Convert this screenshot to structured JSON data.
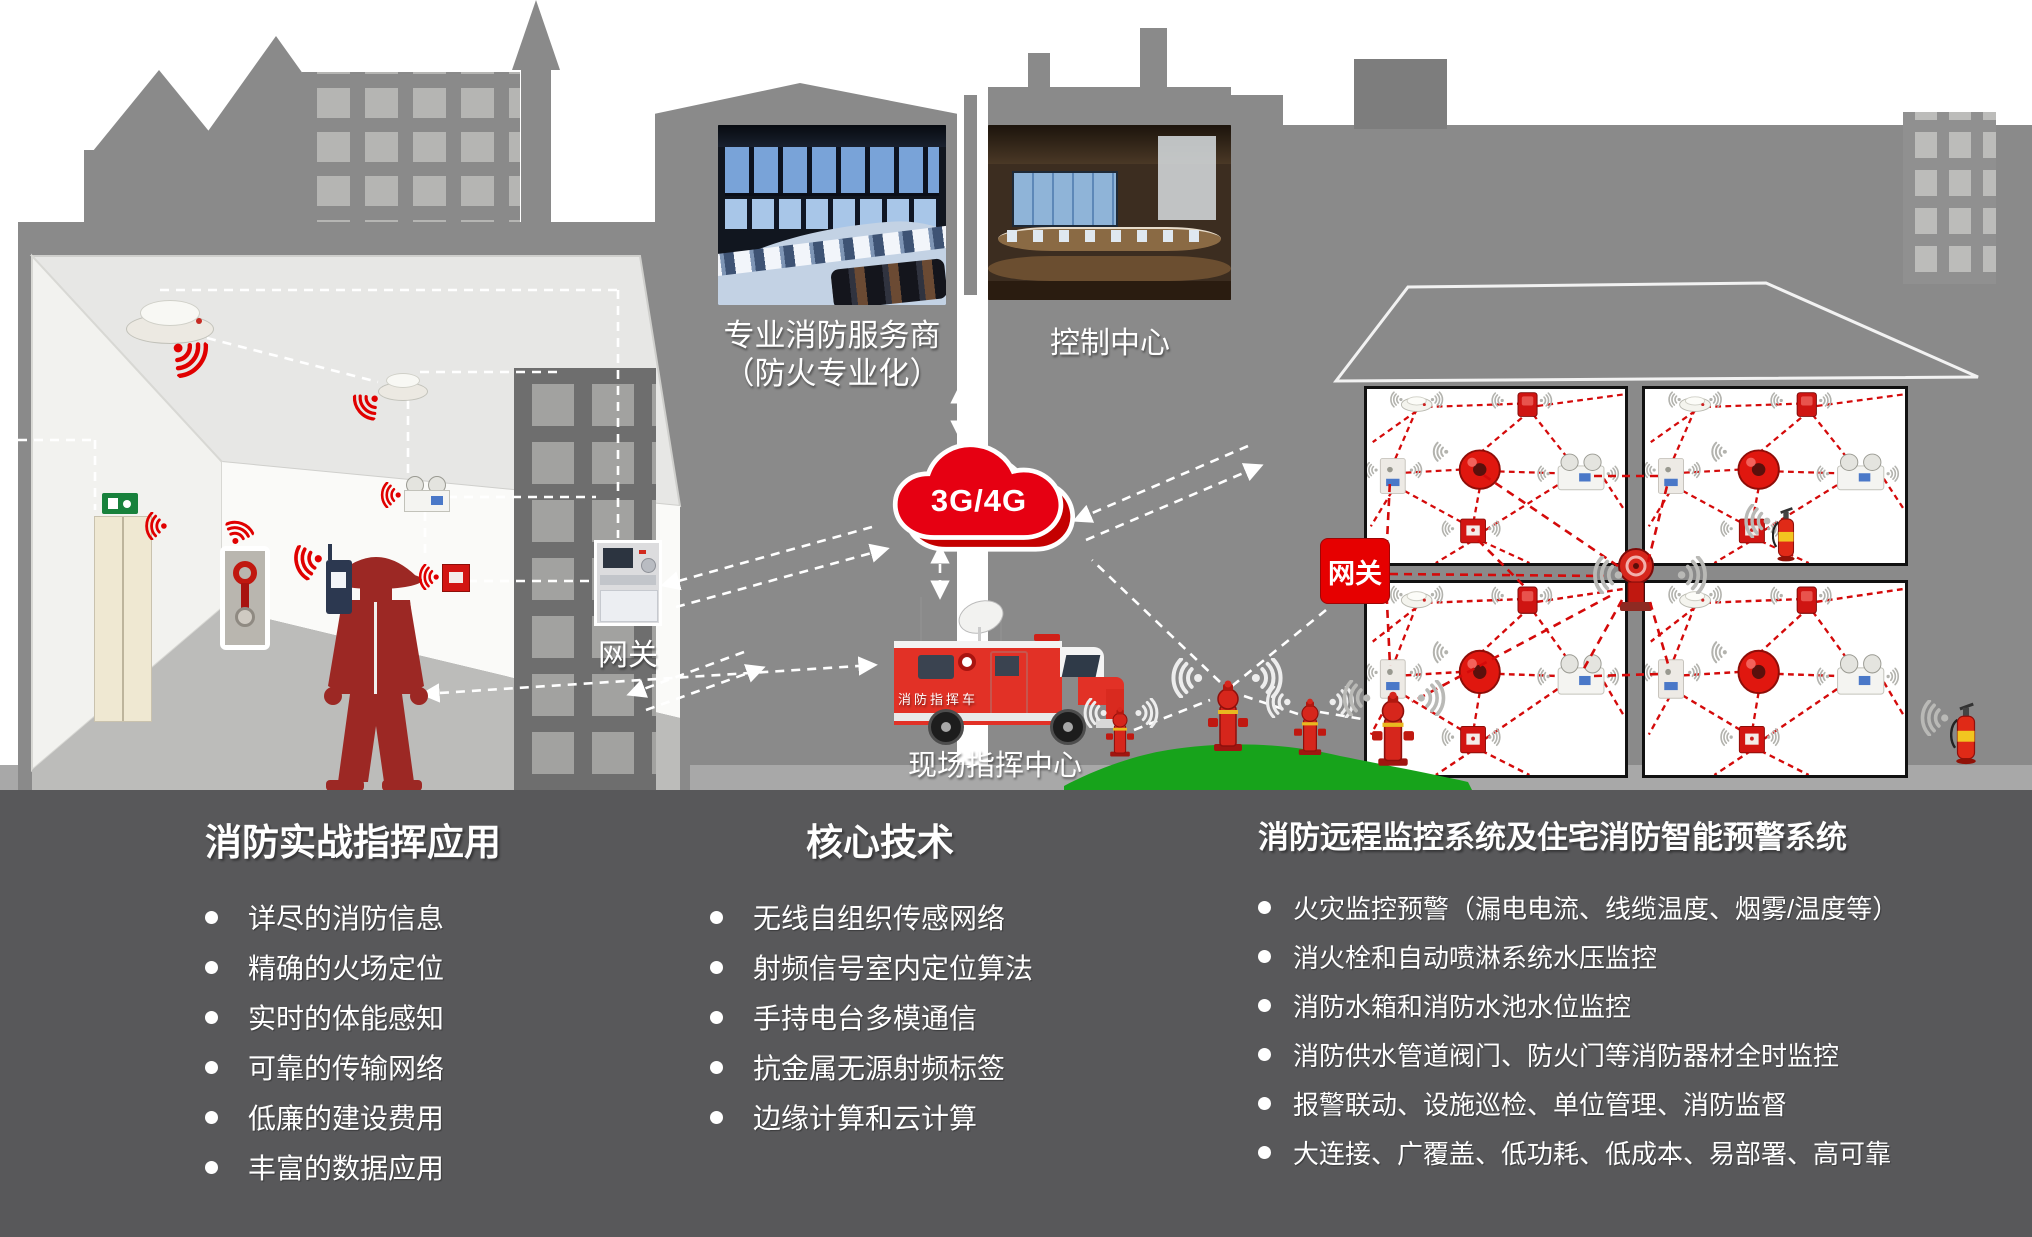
{
  "scene": {
    "photos": [
      {
        "label_line1": "专业消防服务商",
        "label_line2": "（防火专业化）"
      },
      {
        "label": "控制中心"
      }
    ],
    "cloud_label": "3G/4G",
    "gateway_left_label": "网关",
    "gateway_right_label": "网关",
    "truck_side_text": "消防指挥车",
    "field_command_label": "现场指挥中心"
  },
  "panel": {
    "columns": [
      {
        "heading": "消防实战指挥应用",
        "items": [
          "详尽的消防信息",
          "精确的火场定位",
          "实时的体能感知",
          "可靠的传输网络",
          "低廉的建设费用",
          "丰富的数据应用"
        ]
      },
      {
        "heading": "核心技术",
        "items": [
          "无线自组织传感网络",
          "射频信号室内定位算法",
          "手持电台多模通信",
          "抗金属无源射频标签",
          "边缘计算和云计算"
        ]
      },
      {
        "heading": "消防远程监控系统及住宅消防智能预警系统",
        "items": [
          "火灾监控预警（漏电电流、线缆温度、烟雾/温度等）",
          "消火栓和自动喷淋系统水压监控",
          "消防水箱和消防水池水位监控",
          "消防供水管道阀门、防火门等消防器材全时监控",
          "报警联动、设施巡检、单位管理、消防监督",
          "大连接、广覆盖、低功耗、低成本、易部署、高可靠"
        ]
      }
    ]
  },
  "colors": {
    "accent_red": "#e60000",
    "panel_bg": "#58585a",
    "building_gray": "#8a8a8a",
    "grass_green": "#17a31b",
    "firefighter_red": "#9c2824"
  }
}
